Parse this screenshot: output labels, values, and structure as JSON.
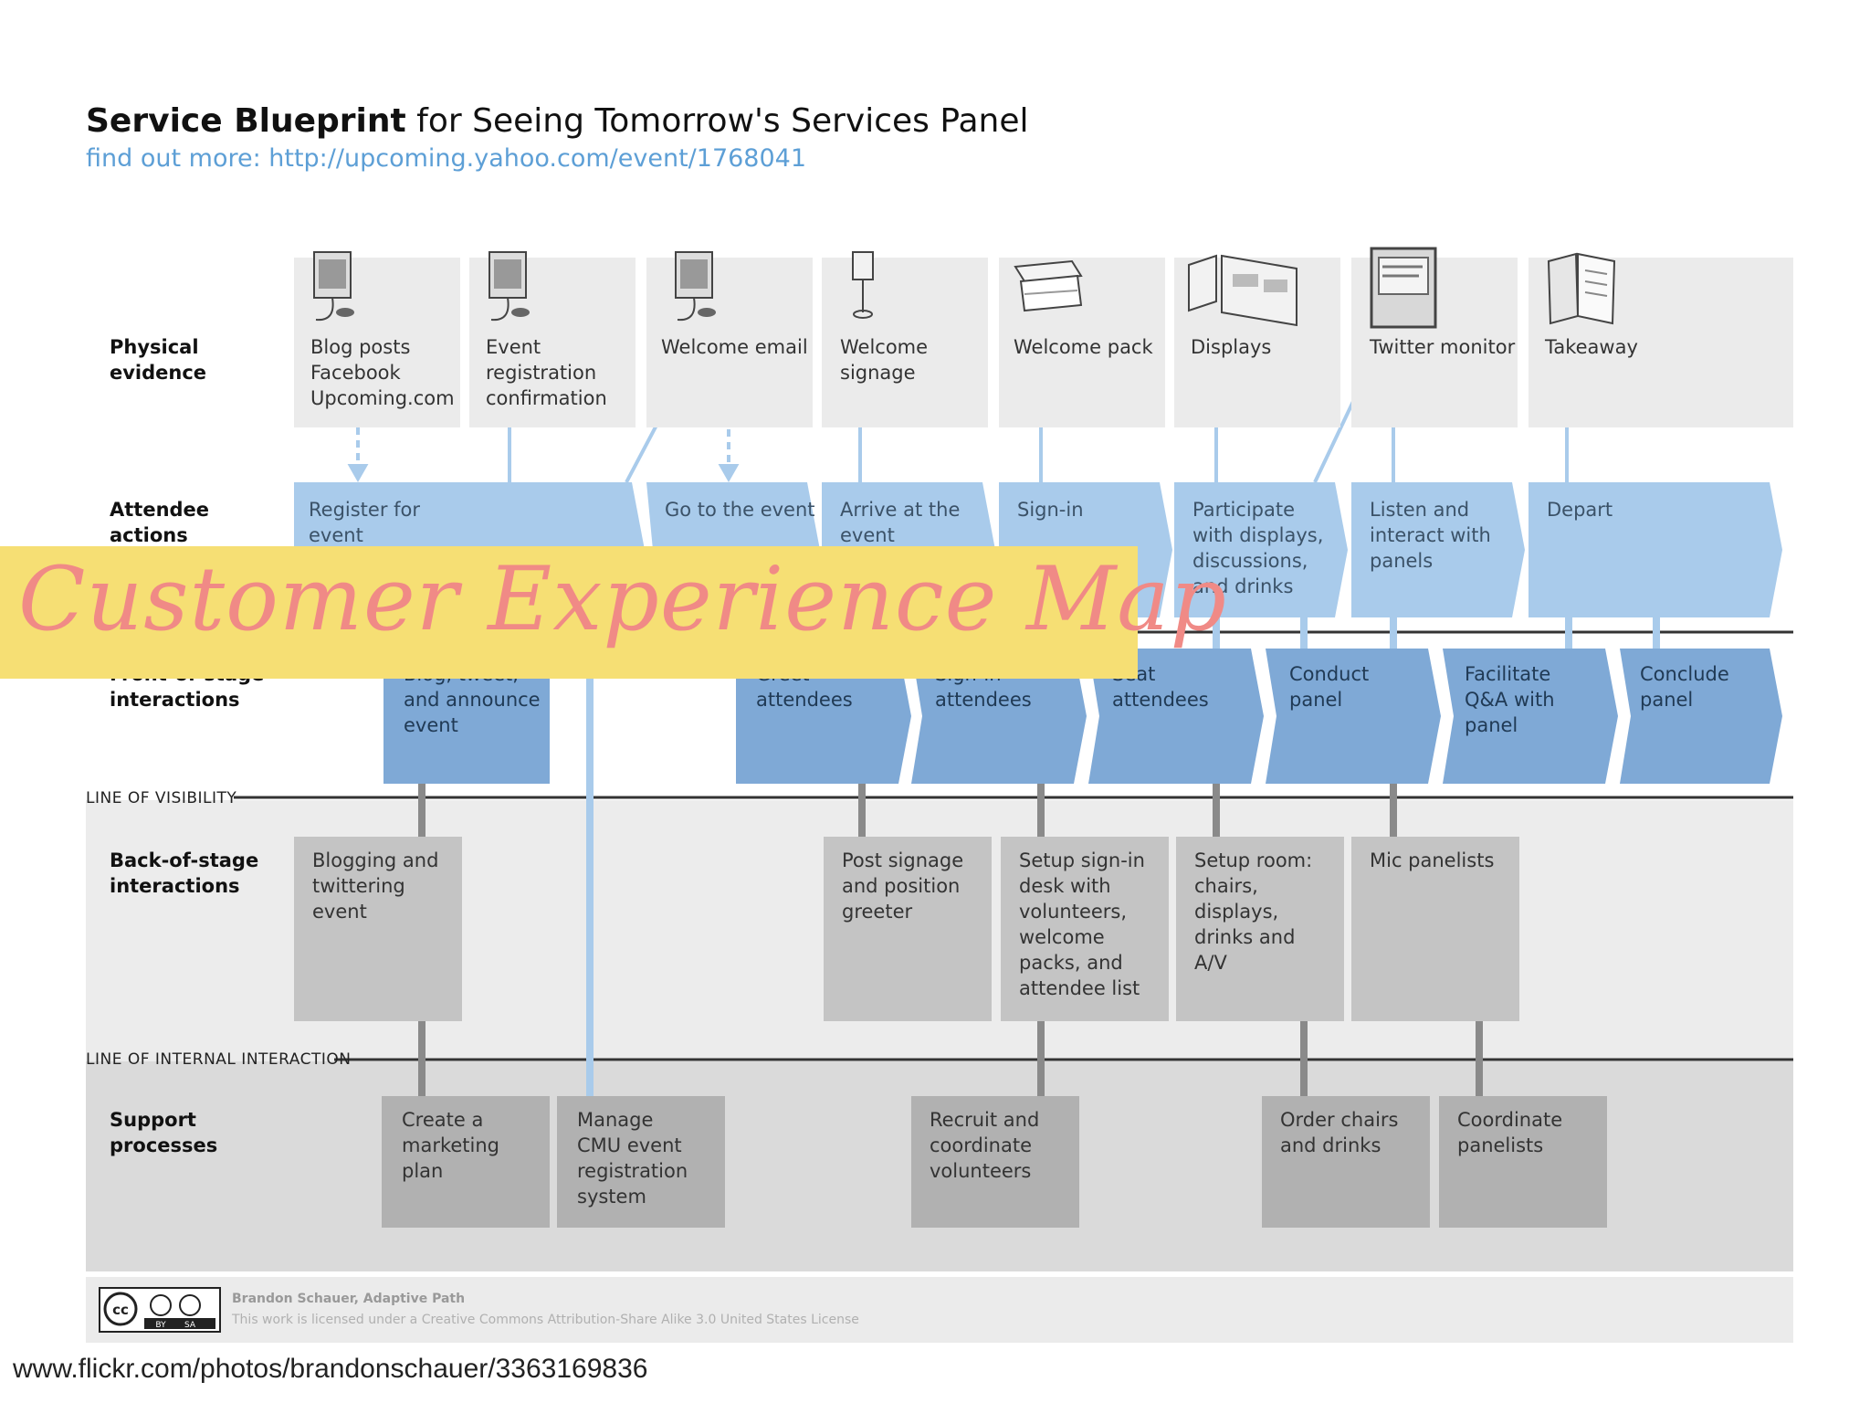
{
  "title": {
    "bold": "Service Blueprint",
    "rest": " for Seeing Tomorrow's Services Panel"
  },
  "subtitle": "find out more: http://upcoming.yahoo.com/event/1768041",
  "rows": {
    "physical": "Physical\nevidence",
    "attendee": "Attendee\nactions",
    "front": "Front-of-stage\ninteractions",
    "back": "Back-of-stage\ninteractions",
    "support": "Support\nprocesses"
  },
  "lines": {
    "visibility": "LINE OF VISIBILITY",
    "internal": "LINE OF INTERNAL INTERACTION"
  },
  "physical_evidence": [
    {
      "label": "Blog posts\nFacebook\nUpcoming.com",
      "icon": "monitor-icon"
    },
    {
      "label": "Event\nregistration\nconfirmation",
      "icon": "monitor-icon"
    },
    {
      "label": "Welcome email",
      "icon": "monitor-icon"
    },
    {
      "label": "Welcome\nsignage",
      "icon": "sign-icon"
    },
    {
      "label": "Welcome pack",
      "icon": "papers-icon"
    },
    {
      "label": "Displays",
      "icon": "display-panels-icon"
    },
    {
      "label": "Twitter monitor",
      "icon": "screen-icon"
    },
    {
      "label": "Takeaway",
      "icon": "booklet-icon"
    }
  ],
  "attendee_actions": [
    "Register for\nevent",
    "Go to the event",
    "Arrive at the\nevent",
    "Sign-in",
    "Participate\nwith displays,\ndiscussions,\nand drinks",
    "Listen and\ninteract with\npanels",
    "Depart"
  ],
  "front_stage": [
    "Blog, tweet,\nand announce\nevent",
    "Greet\nattendees",
    "Sign-in\nattendees",
    "Seat\nattendees",
    "Conduct\npanel",
    "Facilitate\nQ&A with\npanel",
    "Conclude\npanel"
  ],
  "back_stage": [
    "Blogging and\ntwittering\nevent",
    "Post signage\nand position\ngreeter",
    "Setup sign-in\ndesk with\nvolunteers,\nwelcome\npacks, and\nattendee list",
    "Setup room:\nchairs,\ndisplays,\ndrinks and\nA/V",
    "Mic panelists"
  ],
  "support": [
    "Create a\nmarketing\nplan",
    "Manage\nCMU event\nregistration\nsystem",
    "Recruit and\ncoordinate\nvolunteers",
    "Order chairs\nand drinks",
    "Coordinate\npanelists"
  ],
  "banner": "Customer Experience Map",
  "footer": {
    "author": "Brandon Schauer, Adaptive Path",
    "license": "This work is licensed under a Creative Commons Attribution-Share Alike 3.0 United States License",
    "badge": "cc-by-sa-icon"
  },
  "credit": "www.flickr.com/photos/brandonschauer/3363169836",
  "colors": {
    "attendee_blue": "#a9cbeb",
    "front_blue": "#7fa9d6",
    "connector_blue": "#a9cbeb",
    "banner_yellow": "#f6df74",
    "banner_text": "#f08a86"
  }
}
